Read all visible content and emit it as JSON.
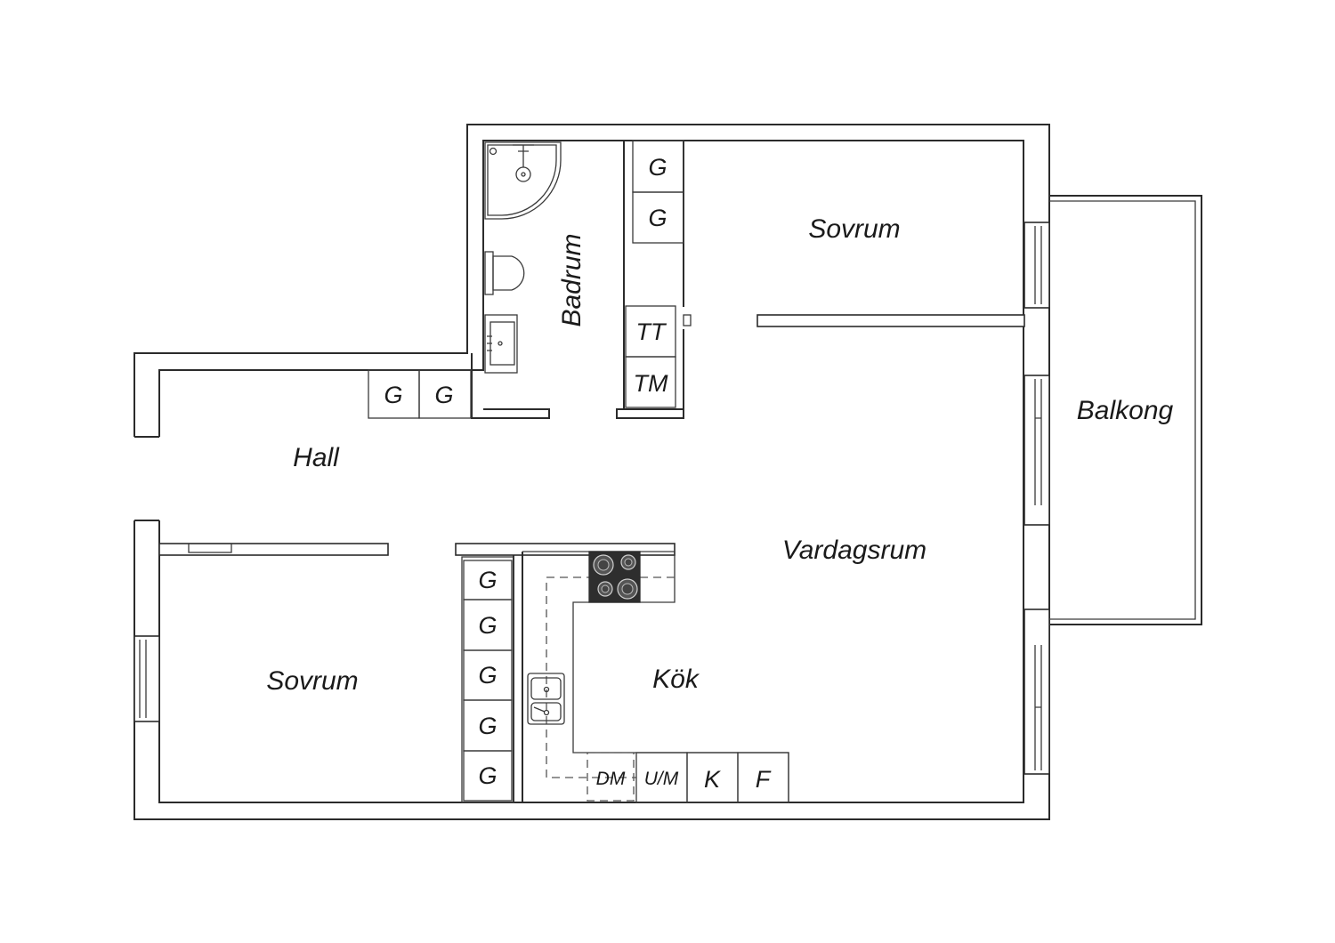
{
  "rooms": {
    "bedroom_top": "Sovrum",
    "bedroom_left": "Sovrum",
    "bathroom": "Badrum",
    "hall": "Hall",
    "living": "Vardagsrum",
    "kitchen": "Kök",
    "balcony": "Balkong"
  },
  "fixtures": {
    "wardrobe": "G",
    "dryer": "TT",
    "washer": "TM",
    "dishwasher": "DM",
    "oven_microwave": "U/M",
    "fridge": "K",
    "freezer": "F"
  }
}
